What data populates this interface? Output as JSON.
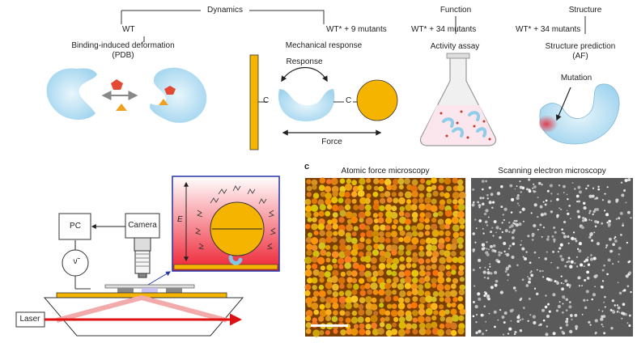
{
  "top": {
    "dynamics": "Dynamics",
    "wt": "WT",
    "wt_9": "WT* + 9 mutants",
    "function": "Function",
    "wt_34_a": "WT* + 34 mutants",
    "activity": "Activity assay",
    "structure": "Structure",
    "wt_34_b": "WT* + 34 mutants",
    "binding_1": "Binding-induced deformation",
    "binding_2": "(PDB)",
    "mech": "Mechanical response",
    "response": "Response",
    "force": "Force",
    "c_left": "C",
    "c_right": "C",
    "struct_pred_1": "Structure prediction",
    "struct_pred_2": "(AF)",
    "mutation": "Mutation"
  },
  "setup": {
    "pc": "PC",
    "camera": "Camera",
    "laser": "Laser",
    "nu": "ν̃",
    "field": "E"
  },
  "panel_c": {
    "letter": "c",
    "afm_title": "Atomic force microscopy",
    "sem_title": "Scanning electron microscopy"
  },
  "colors": {
    "protein": "#b9e1f3",
    "gold": "#f5b400",
    "red_shape": "#e34a33",
    "afm_bg": "#7a3e00",
    "sem_bg": "#5a5a5a"
  }
}
